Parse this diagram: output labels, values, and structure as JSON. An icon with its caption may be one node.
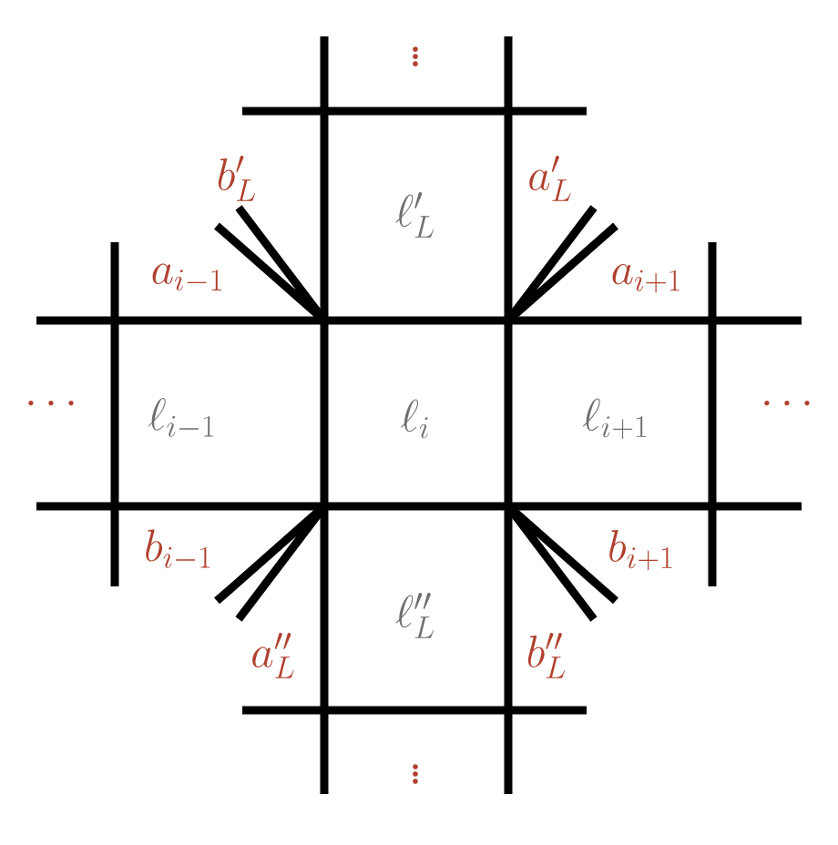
{
  "diagram": {
    "labels": [
      "\\vdots",
      "b'_L",
      "\\ell'_L",
      "a'_L",
      "a_{i-1}",
      "a_{i+1}",
      "\\cdots",
      "\\ell_{i-1}",
      "\\ell_i",
      "\\ell_{i+1}",
      "\\cdots",
      "b_{i-1}",
      "b_{i+1}",
      "\\ell''_L",
      "a''_L",
      "b''_L",
      "\\vdots"
    ]
  }
}
